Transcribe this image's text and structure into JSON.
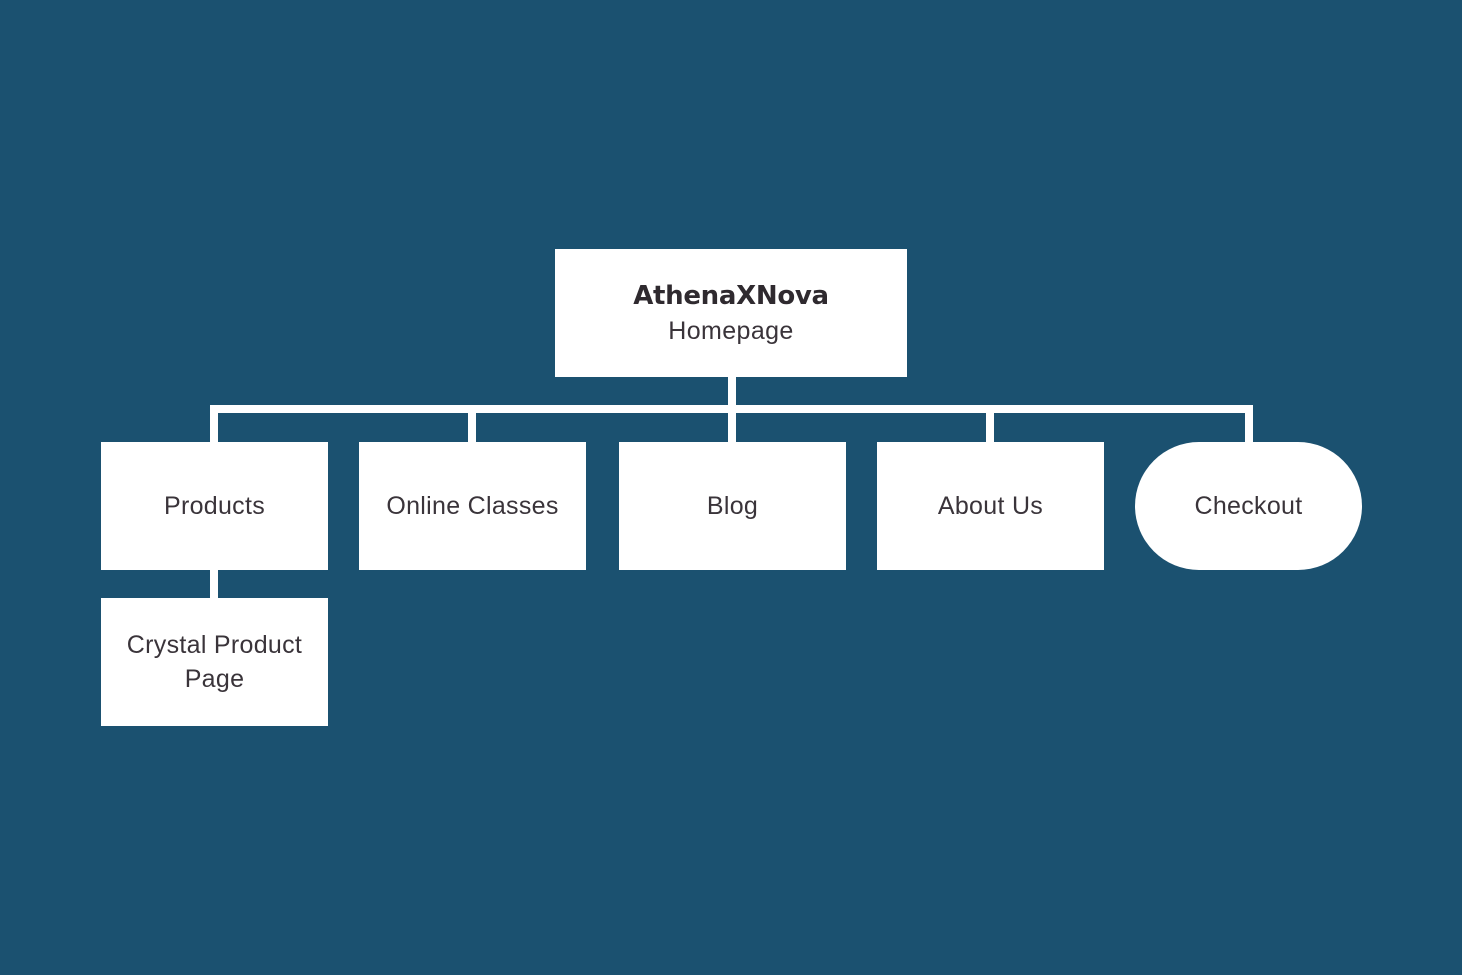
{
  "root": {
    "brand": "AthenaXNova",
    "subtitle": "Homepage"
  },
  "children": [
    {
      "label": "Products"
    },
    {
      "label": "Online Classes"
    },
    {
      "label": "Blog"
    },
    {
      "label": "About Us"
    },
    {
      "label": "Checkout",
      "shape": "rounded"
    }
  ],
  "products_children": [
    {
      "label": "Crystal Product Page"
    }
  ],
  "colors": {
    "background": "#1b5170",
    "node_fill": "#ffffff",
    "text": "#3a343a"
  }
}
